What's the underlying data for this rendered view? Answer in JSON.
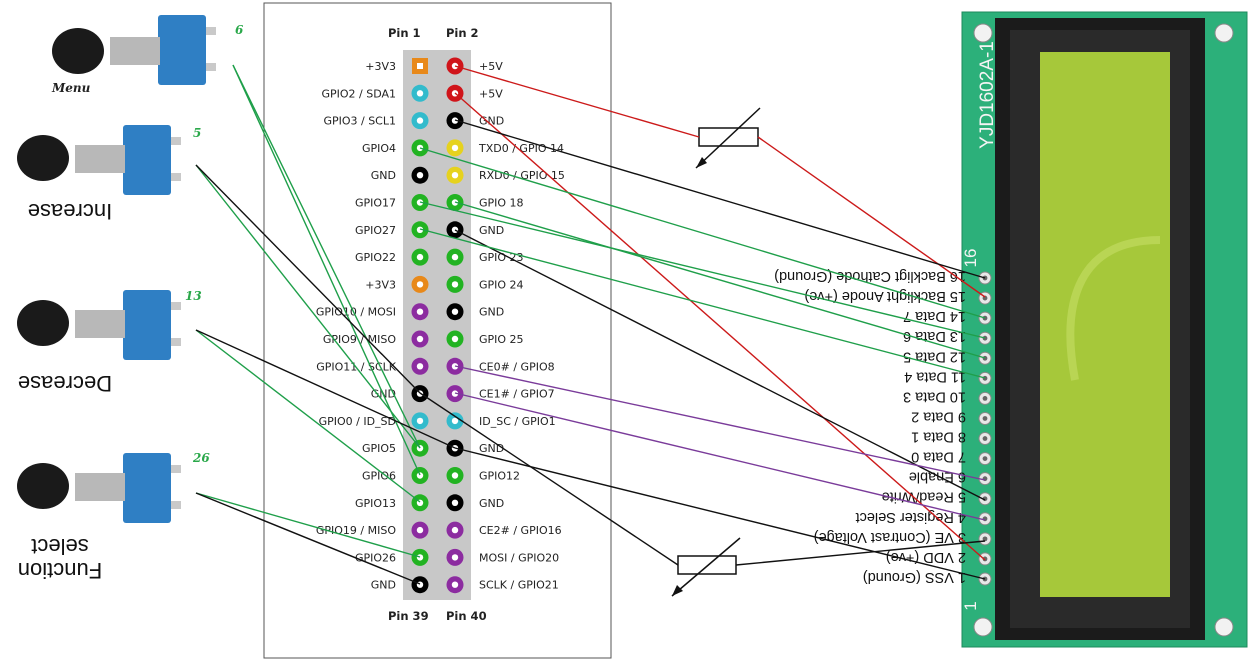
{
  "header": {
    "pin1": "Pin 1",
    "pin2": "Pin 2",
    "pin39": "Pin 39",
    "pin40": "Pin 40"
  },
  "gpio_left": [
    "+3V3",
    "GPIO2 / SDA1",
    "GPIO3 / SCL1",
    "GPIO4",
    "GND",
    "GPIO17",
    "GPIO27",
    "GPIO22",
    "+3V3",
    "GPIO10 / MOSI",
    "GPIO9 / MISO",
    "GPIO11 / SCLK",
    "GND",
    "GPIO0 / ID_SD",
    "GPIO5",
    "GPIO6",
    "GPIO13",
    "GPIO19 / MISO",
    "GPIO26",
    "GND"
  ],
  "gpio_right": [
    "+5V",
    "+5V",
    "GND",
    "TXD0 / GPIO 14",
    "RXD0 / GPIO 15",
    "GPIO 18",
    "GND",
    "GPIO 23",
    "GPIO 24",
    "GND",
    "GPIO 25",
    "CE0# / GPIO8",
    "CE1# / GPIO7",
    "ID_SC / GPIO1",
    "GND",
    "GPIO12",
    "GND",
    "CE2# / GPIO16",
    "MOSI / GPIO20",
    "SCLK / GPIO21"
  ],
  "colors": {
    "power33": "#e8891a",
    "power5": "#d0141a",
    "gnd": "#000000",
    "gpio": "#22b322",
    "i2c": "#33bbcc",
    "uart": "#e6d21e",
    "spi": "#8c2ca0",
    "wire_green": "#1f9f4a",
    "wire_black": "#111111",
    "wire_red": "#cc1a1a",
    "wire_purple": "#7a3b9a",
    "lcd_pcb": "#2cb07a",
    "lcd_screen": "#a6c83a"
  },
  "buttons": [
    {
      "label": "Menu",
      "pin": "6"
    },
    {
      "label": "Increase",
      "pin": "5"
    },
    {
      "label": "Decrease",
      "pin": "13"
    },
    {
      "label": "Function select",
      "pin": "26"
    }
  ],
  "lcd": {
    "model": "YJD1602A-1",
    "pin_first": "1",
    "pin_last": "16",
    "pins": [
      "1 VSS (Ground)",
      "2 VDD (+ve)",
      "3 VE (Contrast Voltage)",
      "4 Register Select",
      "5 Read/Write",
      "6 Enable",
      "7 Data 0",
      "8 Data 1",
      "9 Data 2",
      "10 Data 3",
      "11 Data 4",
      "12 Data 5",
      "13 Data 6",
      "14 Data 7",
      "15 Backlight Anode (+ve)",
      "16 Backligt Cathode (Ground)"
    ]
  }
}
